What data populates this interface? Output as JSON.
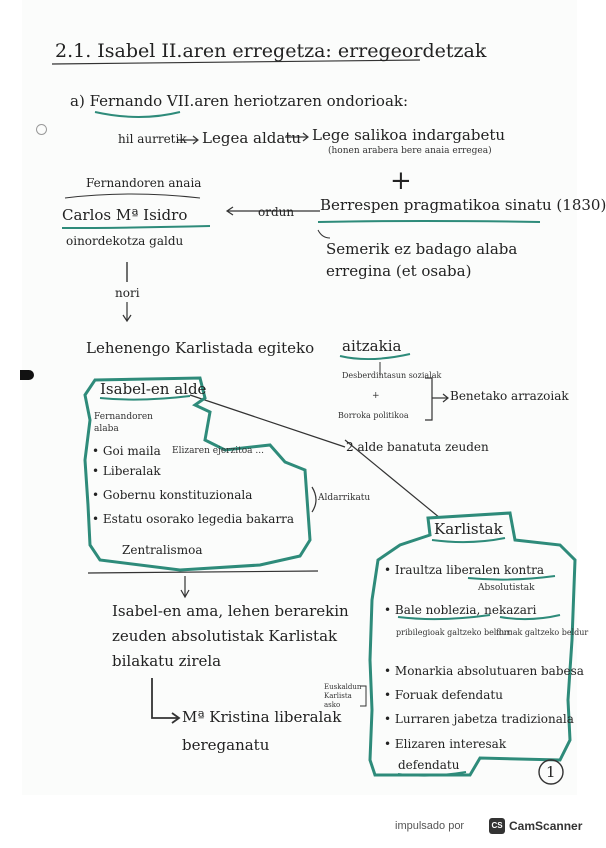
{
  "title": "2.1. Isabel II.aren erregetza: erregeordetzak",
  "section_a": {
    "heading": "a) Fernando VII.aren heriotzaren ondorioak:",
    "hil_aurretik": "hil aurretik",
    "legea_aldatu": "Legea aldatu",
    "lege_salikoa": "Lege salikoa indargabetu",
    "lege_salikoa_note": "(honen arabera bere anaia erregea)",
    "plus": "+",
    "berrespen": "Berrespen pragmatikoa sinatu (1830)",
    "semerik": "Semerik ez badago alaba",
    "erregina": "erregina (et osaba)",
    "ordun": "ordun",
    "fernandoren_anaia": "Fernandoren anaia",
    "carlos": "Carlos Mª Isidro",
    "oinordekotza": "oinordekotza galdu",
    "nori": "nori"
  },
  "lehenengo": {
    "text": "Lehenengo Karlistada egiteko",
    "aitzakia": "aitzakia",
    "desberdintasun": "Desberdintasun sozialak",
    "plus": "+",
    "borroka": "Borroka politikoa",
    "benetako": "Benetako arrazoiak",
    "aldeak": "2 alde banatuta zeuden"
  },
  "isabel_box": {
    "title": "Isabel-en alde",
    "fernandoren": "Fernandoren",
    "alaba": "alaba",
    "items": [
      "Goi maila",
      "Liberalak",
      "Gobernu konstituzionala",
      "Estatu osorako legedia bakarra"
    ],
    "eliza": "Elizaren ejerzitoa ...",
    "aldarrikatu": "Aldarrikatu",
    "zentralismoa": "Zentralismoa"
  },
  "karlistak_box": {
    "title": "Karlistak",
    "items": [
      "Iraultza liberalen kontra",
      "Bale noblezia, nekazari",
      "Monarkia absolutuaren babesa",
      "Foruak defendatu",
      "Lurraren jabetza tradizionala",
      "Elizaren interesak"
    ],
    "absolutistak": "Absolutistak",
    "pribilegioak": "pribilegioak galtzeko beldur",
    "foruak_galtzeko": "foruak galtzeko beldur",
    "defendatu": "defendatu",
    "euskaldun": "Euskaldun Karlista asko"
  },
  "bottom": {
    "isabel_ama_1": "Isabel-en ama, lehen berarekin",
    "isabel_ama_2": "zeuden absolutistak Karlistak",
    "isabel_ama_3": "bilakatu zirela",
    "kristina": "Mª Kristina liberalak",
    "bereganatu": "bereganatu"
  },
  "page_number": "1",
  "footer": {
    "powered": "impulsado por",
    "badge": "CS",
    "brand": "CamScanner"
  },
  "colors": {
    "marker": "#2e8b7a",
    "ink": "#222222"
  }
}
